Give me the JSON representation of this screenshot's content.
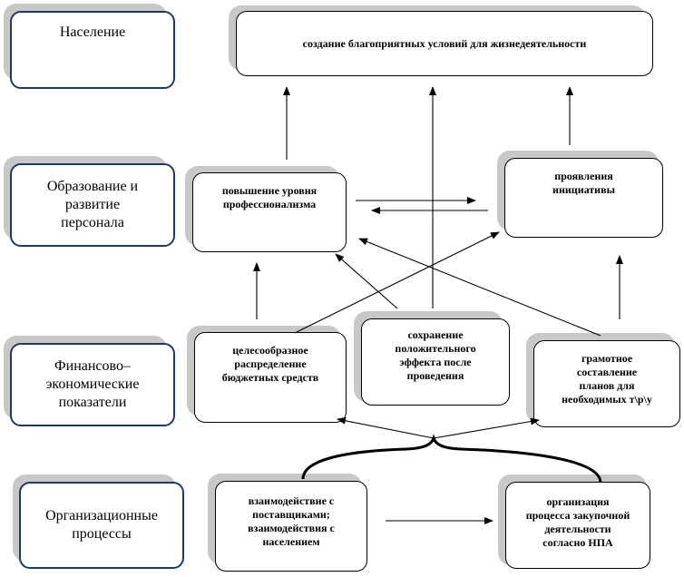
{
  "levels": {
    "population": "Население",
    "education": "Образование и\nразвитие\nперсонала",
    "finance": "Финансово–\nэкономические\nпоказатели",
    "processes": "Организационные\nпроцессы"
  },
  "nodes": {
    "goal": "создание благоприятных условий для жизнедеятельности",
    "professionalism": "повышение уровня\nпрофессионализма",
    "initiative": "проявления\nинициативы",
    "budget": "целесообразное\nраспределение\nбюджетных средств",
    "effect": "сохранение\nположительного\nэффекта  после\nпроведения",
    "planning": "грамотное\nсоставление\nпланов для\nнеобходимых т\\р\\у",
    "interaction": "взаимодействие с\nпоставщиками;\nвзаимодействия с\nнаселением",
    "procurement": "организация\nпроцесса закупочной\nдеятельности\nсогласно НПА"
  },
  "colors": {
    "level_border": "#1f3864",
    "box_border": "#000000",
    "shadow": "#c8c8c8"
  }
}
